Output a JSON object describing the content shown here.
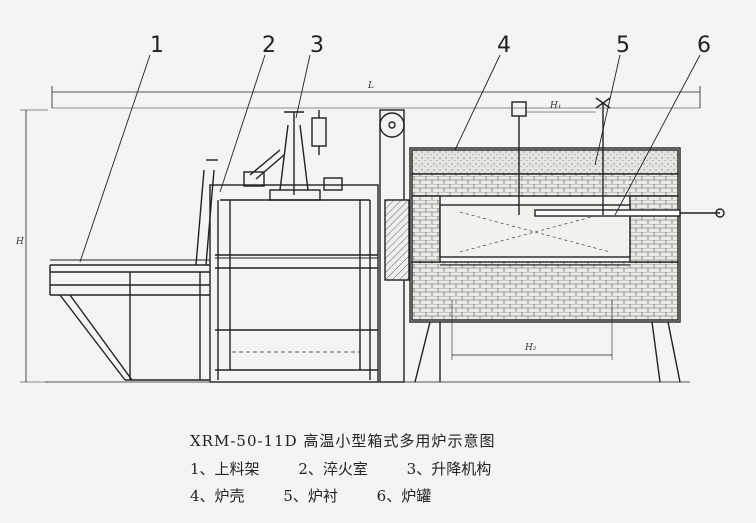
{
  "diagram": {
    "title": "XRM-50-11D 高温小型箱式多用炉示意图",
    "callouts": [
      "1",
      "2",
      "3",
      "4",
      "5",
      "6"
    ],
    "dimensions": {
      "overall_length": "L",
      "height": "H",
      "upper_span": "H₁",
      "lower_span": "H₂"
    },
    "legend_rows": [
      [
        "1、上料架",
        "2、淬火室",
        "3、升降机构"
      ],
      [
        "4、炉壳",
        "5、炉衬",
        "6、炉罐"
      ]
    ]
  }
}
